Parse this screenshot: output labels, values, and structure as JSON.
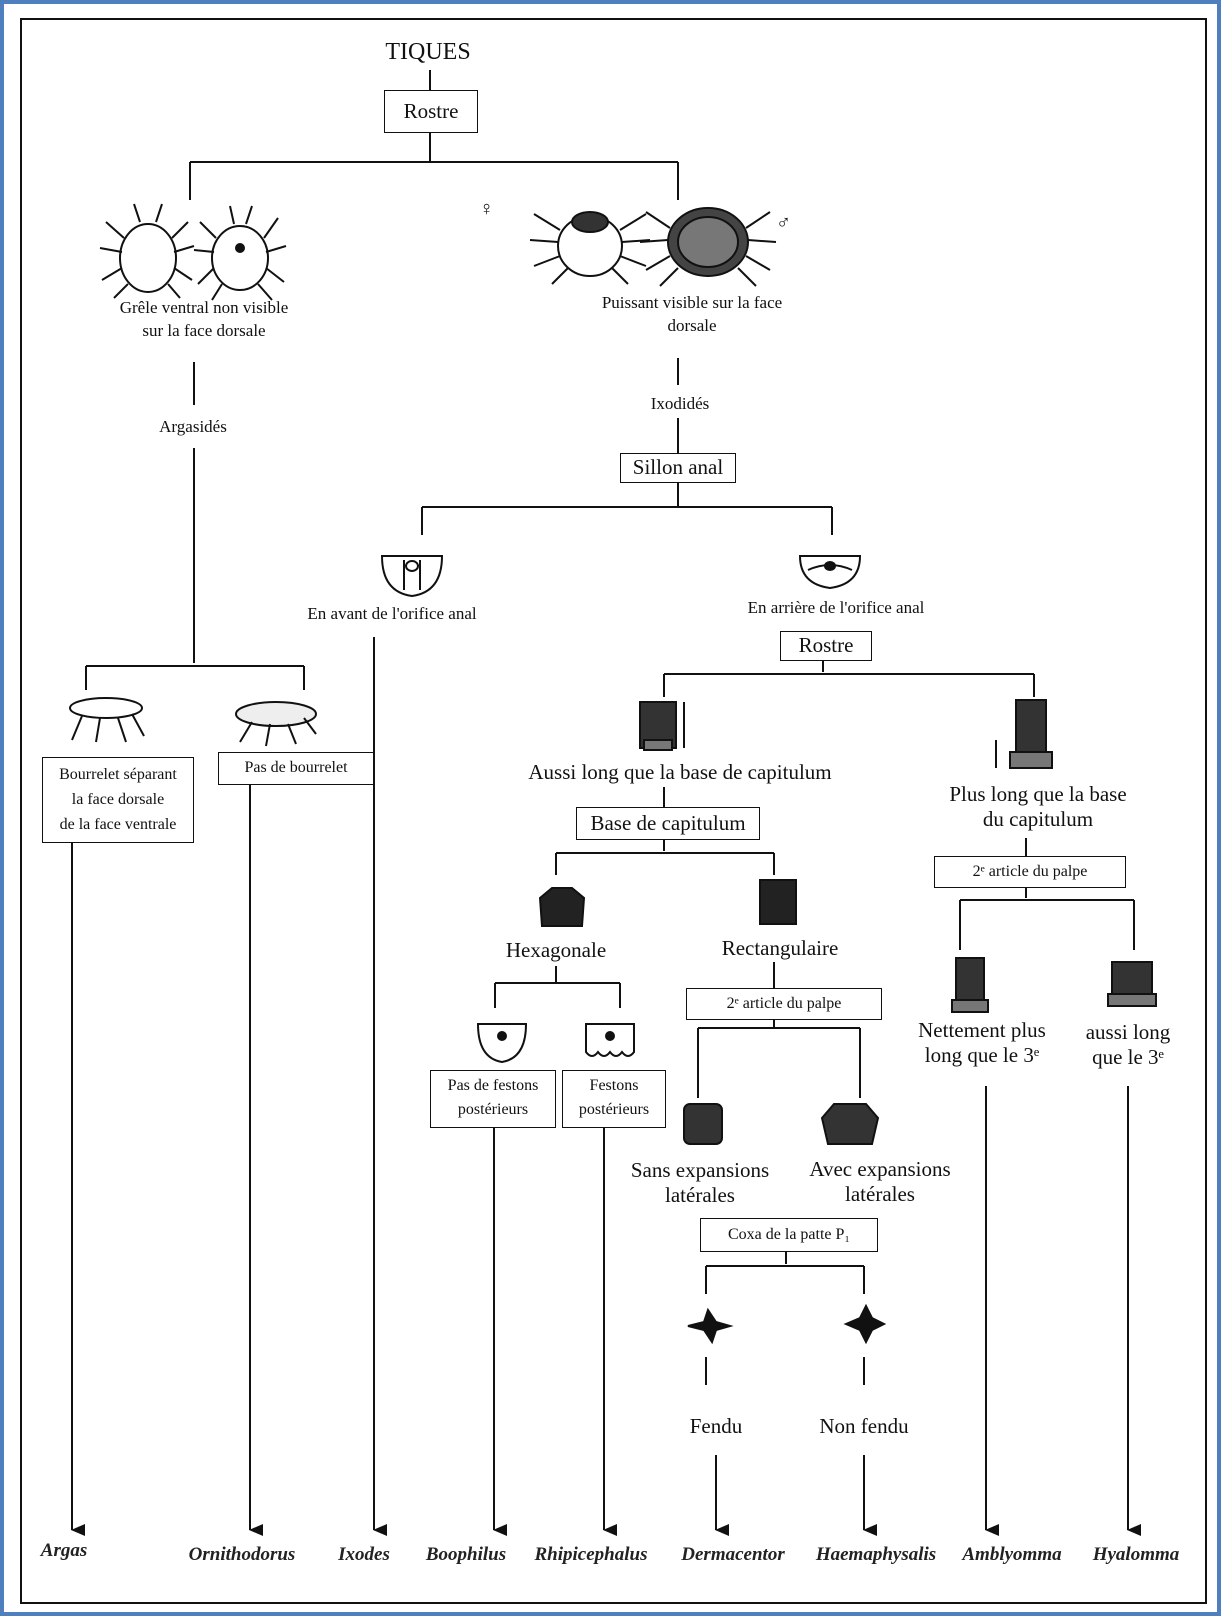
{
  "title": "TIQUES",
  "root_criterion": "Rostre",
  "argasidae_branch": {
    "rostre_desc": "Grêle ventral non visible\nsur la face dorsale",
    "family": "Argasidés",
    "with_rim": "Bourrelet séparant\nla face dorsale\nde la face ventrale",
    "no_rim": "Pas de bourrelet"
  },
  "ixodidae_branch": {
    "rostre_desc": "Puissant visible sur la face\ndorsale",
    "family": "Ixodidés",
    "female_symbol": "♀",
    "male_symbol": "♂",
    "criterion_anal": "Sillon anal",
    "anal_front": "En avant de l'orifice anal",
    "anal_back": "En arrière de l'orifice anal",
    "criterion_rostre": "Rostre",
    "rostre_short": "Aussi long que la base de capitulum",
    "rostre_long": "Plus long que la base\ndu capitulum",
    "criterion_base": "Base de capitulum",
    "base_hex": "Hexagonale",
    "base_rect": "Rectangulaire",
    "no_festoons": "Pas de festons\npostérieurs",
    "festoons": "Festons\npostérieurs",
    "criterion_palp_a": "2ᵉ article du palpe",
    "no_expansions": "Sans expansions\nlatérales",
    "expansions": "Avec expansions\nlatérales",
    "criterion_coxa": "Coxa de la patte P₁",
    "coxa_split": "Fendu",
    "coxa_not_split": "Non fendu",
    "criterion_palp_b": "2ᵉ article du palpe",
    "palp_longer": "Nettement plus\nlong que le 3ᵉ",
    "palp_equal": "aussi long\nque le 3ᵉ"
  },
  "genera": [
    "Argas",
    "Ornithodorus",
    "Ixodes",
    "Boophilus",
    "Rhipicephalus",
    "Dermacentor",
    "Haemaphysalis",
    "Amblyomma",
    "Hyalomma"
  ]
}
